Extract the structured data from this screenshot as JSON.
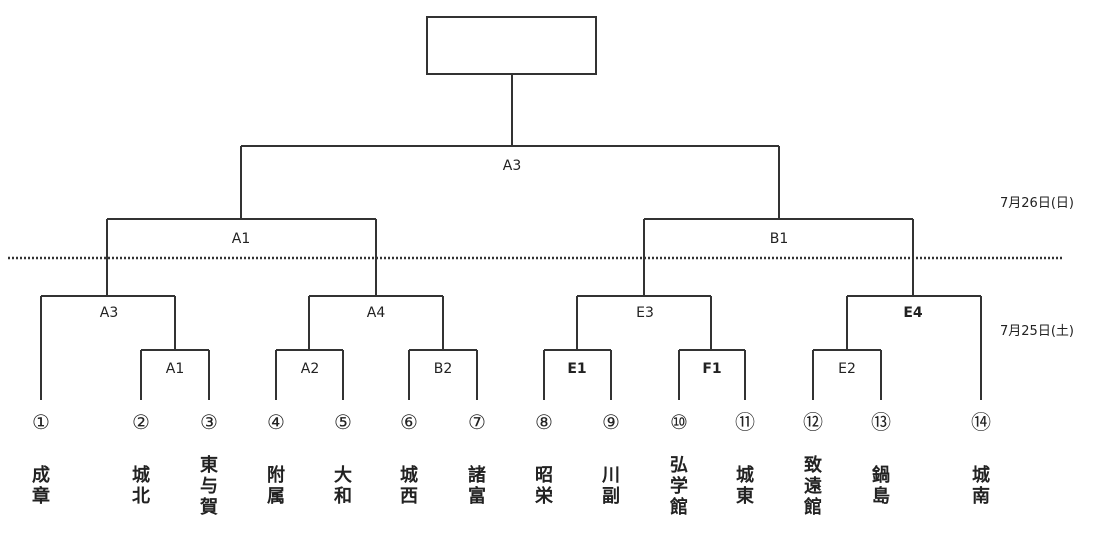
{
  "date_labels": {
    "day2": "7月26日(日)",
    "day1": "7月25日(土)"
  },
  "venues": {
    "final": "A3",
    "semi_left": "A1",
    "semi_right": "B1",
    "qf1": "A3",
    "qf2": "A4",
    "qf3": "E3",
    "qf4": "E4",
    "r1_a": "A1",
    "r1_b": "A2",
    "r1_c": "B2",
    "r1_d": "E1",
    "r1_e": "F1",
    "r1_f": "E2"
  },
  "teams": [
    {
      "seed": "①",
      "name": "成章"
    },
    {
      "seed": "②",
      "name": "城北"
    },
    {
      "seed": "③",
      "name": "東与賀"
    },
    {
      "seed": "④",
      "name": "附属"
    },
    {
      "seed": "⑤",
      "name": "大和"
    },
    {
      "seed": "⑥",
      "name": "城西"
    },
    {
      "seed": "⑦",
      "name": "諸富"
    },
    {
      "seed": "⑧",
      "name": "昭栄"
    },
    {
      "seed": "⑨",
      "name": "川副"
    },
    {
      "seed": "⑩",
      "name": "弘学館"
    },
    {
      "seed": "⑪",
      "name": "城東"
    },
    {
      "seed": "⑫",
      "name": "致遠館"
    },
    {
      "seed": "⑬",
      "name": "鍋島"
    },
    {
      "seed": "⑭",
      "name": "城南"
    }
  ]
}
